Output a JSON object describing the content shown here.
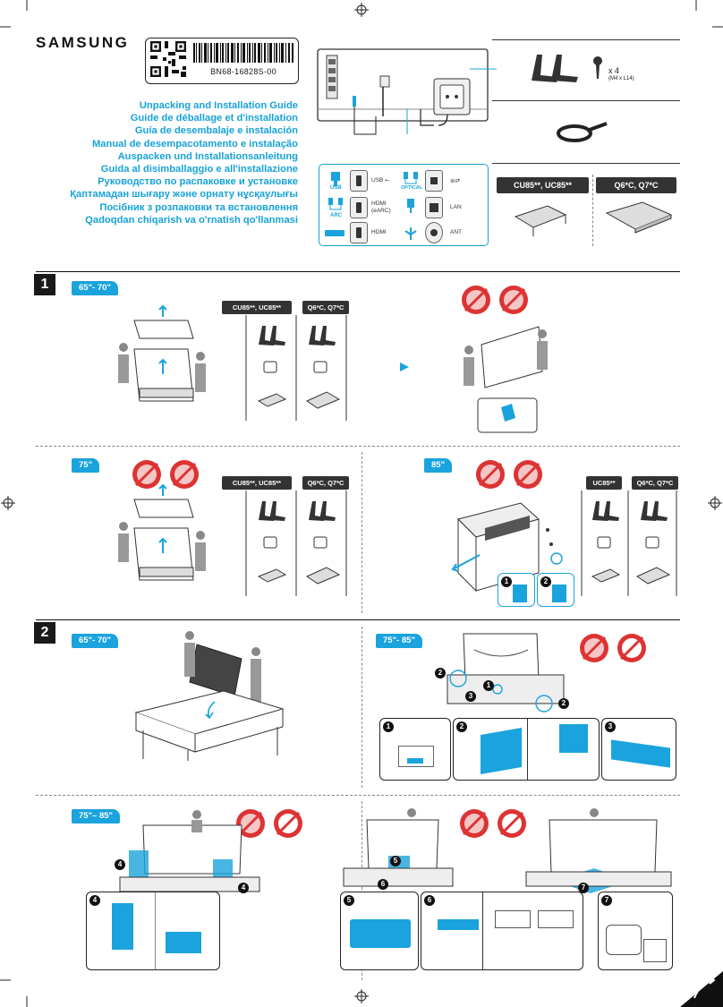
{
  "header": {
    "brand": "SAMSUNG",
    "part_number": "BN68-16828S-00",
    "guide_titles": [
      "Unpacking and Installation Guide",
      "Guide de déballage et d'installation",
      "Guía de desembalaje e instalación",
      "Manual de desempacotamento e instalação",
      "Auspacken und Installationsanleitung",
      "Guida al disimballaggio e all'installazione",
      "Руководство по распаковке и установке",
      "Қаптамадан шығару және орнату нұсқаулығы",
      "Посібник з розпаковки та встановлення",
      "Qadoqdan chiqarish va o'rnatish qo'llanmasi"
    ]
  },
  "connectors": {
    "usb_label": "USB",
    "arc_label": "ARC",
    "optical_label": "OPTICAL",
    "usb_port": "USB ⭠",
    "hdmi_earc": "HDMI (eARC)",
    "hdmi": "HDMI",
    "lan": "LAN",
    "ant": "ANT"
  },
  "components": {
    "screws_qty": "x 4",
    "screws_spec": "(M4 x L14)",
    "model_a": "CU85**, UC85**",
    "model_b": "Q6*C, Q7*C"
  },
  "section1": {
    "step": "1",
    "size_a": "65\"- 70\"",
    "size_b": "75\"",
    "size_c": "85\"",
    "model_a": "CU85**, UC85**",
    "model_b": "Q6*C, Q7*C",
    "model_c": "UC85**",
    "model_d": "Q6*C, Q7*C"
  },
  "section2": {
    "step": "2",
    "size_a": "65\"- 70\"",
    "size_b": "75\"- 85\"",
    "size_c": "75\"– 85\"",
    "markers": [
      "1",
      "2",
      "3",
      "4",
      "5",
      "6",
      "7"
    ]
  }
}
